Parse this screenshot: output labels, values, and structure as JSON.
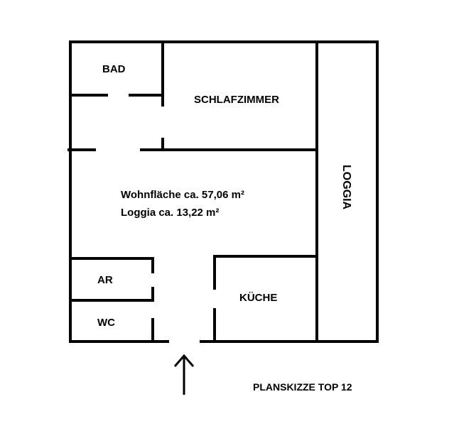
{
  "rooms": {
    "bad": "BAD",
    "schlafzimmer": "SCHLAFZIMMER",
    "loggia": "LOGGIA",
    "ar": "AR",
    "wc": "WC",
    "kueche": "KÜCHE"
  },
  "info": {
    "wohnflaeche": "Wohnfläche ca. 57,06 m²",
    "loggia_area": "Loggia ca. 13,22 m²"
  },
  "title": "PLANSKIZZE TOP 12",
  "icons": {
    "entrance": "arrow-up-icon"
  }
}
